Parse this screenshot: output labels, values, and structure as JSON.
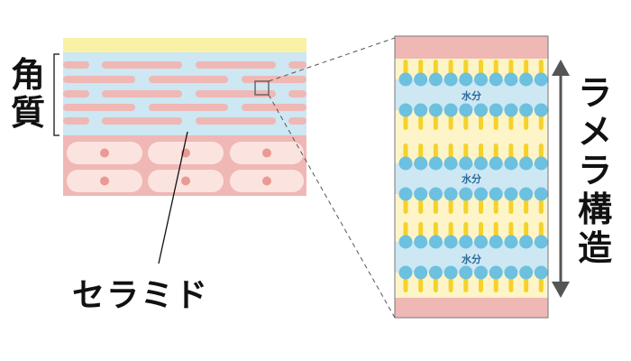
{
  "labels": {
    "stratum_corneum": "角質",
    "lamellar_structure": "ラメラ構造",
    "ceramide": "セラミド",
    "water": [
      "水分",
      "水分",
      "水分"
    ]
  },
  "colors": {
    "yellow_layer": "#f9f1a5",
    "blue": "#cde7f3",
    "pink": "#efb8b4",
    "cell_fill": "#fbe3e0",
    "circle": "#6cc0e0",
    "tail": "#f5d22a",
    "tail_bg": "#fdf4c8"
  }
}
